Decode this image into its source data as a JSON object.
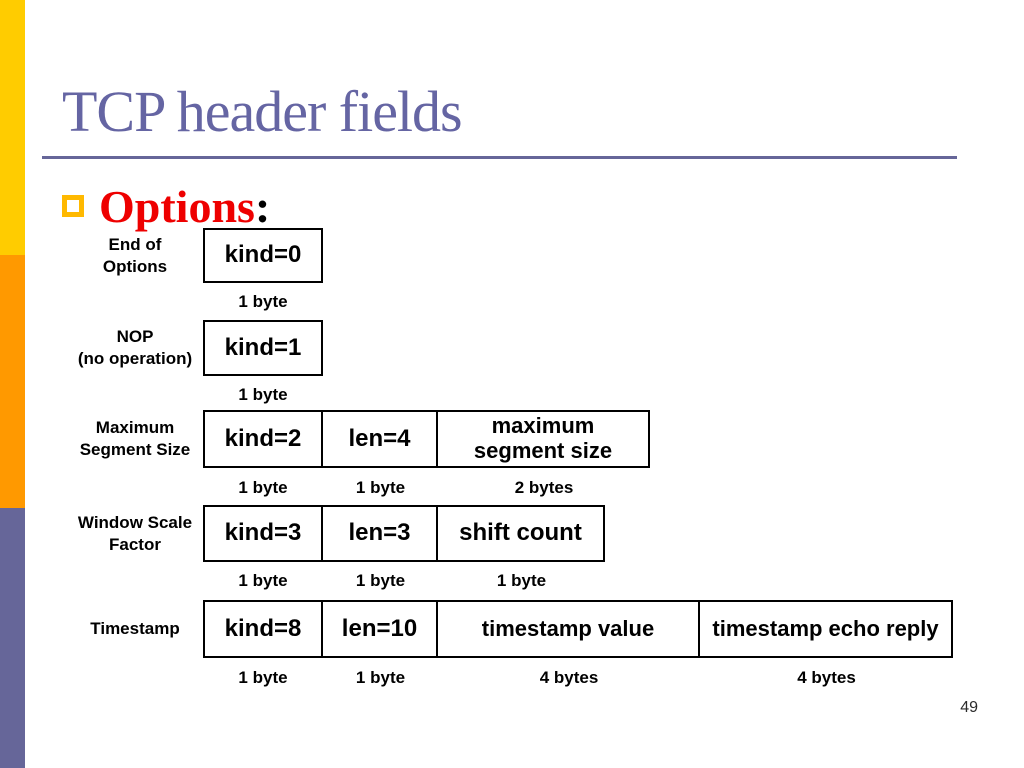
{
  "slide": {
    "title": "TCP header fields",
    "heading": "Options",
    "heading_colon": ":",
    "page_number": "49"
  },
  "colors": {
    "title_text": "#6565a3",
    "title_rule": "#666699",
    "heading_red": "#ee0000",
    "bullet_gold": "#ffb900",
    "bar_yellow": "#ffcc00",
    "bar_orange": "#ff9900",
    "bar_purple": "#666699"
  },
  "diagram": {
    "rows": [
      {
        "label": "End of\nOptions",
        "cells": [
          {
            "text": "kind=0",
            "size": "1 byte"
          }
        ]
      },
      {
        "label": "NOP\n(no operation)",
        "cells": [
          {
            "text": "kind=1",
            "size": "1 byte"
          }
        ]
      },
      {
        "label": "Maximum\nSegment Size",
        "cells": [
          {
            "text": "kind=2",
            "size": "1 byte"
          },
          {
            "text": "len=4",
            "size": "1 byte"
          },
          {
            "text": "maximum\nsegment size",
            "size": "2 bytes"
          }
        ]
      },
      {
        "label": "Window Scale\nFactor",
        "cells": [
          {
            "text": "kind=3",
            "size": "1 byte"
          },
          {
            "text": "len=3",
            "size": "1 byte"
          },
          {
            "text": "shift count",
            "size": "1 byte"
          }
        ]
      },
      {
        "label": "Timestamp",
        "cells": [
          {
            "text": "kind=8",
            "size": "1 byte"
          },
          {
            "text": "len=10",
            "size": "1 byte"
          },
          {
            "text": "timestamp value",
            "size": "4 bytes"
          },
          {
            "text": "timestamp echo reply",
            "size": "4 bytes"
          }
        ]
      }
    ]
  }
}
